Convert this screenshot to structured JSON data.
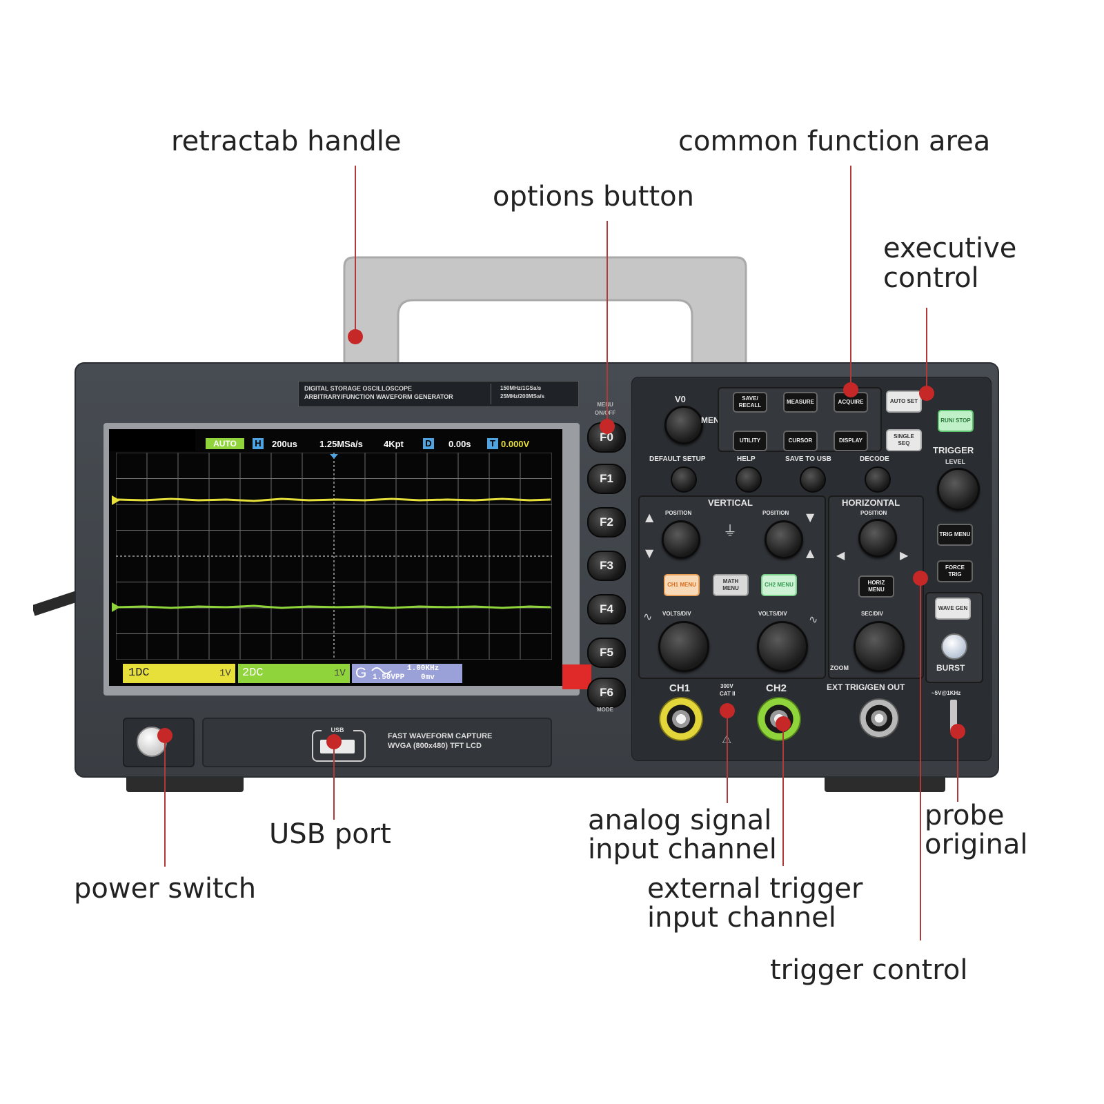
{
  "callouts": {
    "retractab_handle": "retractab handle",
    "options_button": "options button",
    "common_function_area": "common function area",
    "executive_control_line1": "executive",
    "executive_control_line2": "control",
    "usb_port": "USB port",
    "power_switch": "power switch",
    "analog_signal_line1": "analog signal",
    "analog_signal_line2": "input channel",
    "external_trigger_line1": "external trigger",
    "external_trigger_line2": "input channel",
    "trigger_control": "trigger control",
    "probe_original_line1": "probe",
    "probe_original_line2": "original"
  },
  "device": {
    "model_line1": "DIGITAL STORAGE OSCILLOSCOPE",
    "model_line2": "ARBITRARY/FUNCTION WAVEFORM GENERATOR",
    "spec_line1": "150MHz/1GSa/s",
    "spec_line2": "25MHz/200MSa/s",
    "usb_label": "USB",
    "lcd_line1": "FAST WAVEFORM CAPTURE",
    "lcd_line2": "WVGA (800x480) TFT LCD"
  },
  "screen": {
    "mode": "AUTO",
    "h_icon": "H",
    "timebase": "200us",
    "sample_rate": "1.25MSa/s",
    "memory": "4Kpt",
    "d_icon": "D",
    "delay": "0.00s",
    "t_icon": "T",
    "trigger_level": "0.000V",
    "ch1_coupling": "1DC",
    "ch1_scale": "1V",
    "ch2_coupling": "2DC",
    "ch2_scale": "1V",
    "gen_icon": "G",
    "gen_freq": "1.00KHz",
    "gen_amp": "1.50VPP",
    "gen_offset": "0mv",
    "colors": {
      "ch1": "#e8e03a",
      "ch2": "#8fd43a",
      "gen": "#9aa0d8",
      "auto_badge": "#8fd43a",
      "badge_blue": "#4fa3e0"
    }
  },
  "fkeys": {
    "menu_label_top": "MENU",
    "menu_label_sub": "ON/OFF",
    "f0": "F0",
    "f1": "F1",
    "f2": "F2",
    "f3": "F3",
    "f4": "F4",
    "f5": "F5",
    "f6": "F6",
    "bottom_label": "MODE"
  },
  "panel": {
    "v0": "V0",
    "menu": "MENU",
    "save_recall": "SAVE/ RECALL",
    "measure": "MEASURE",
    "acquire": "ACQUIRE",
    "utility": "UTILITY",
    "cursor": "CURSOR",
    "display": "DISPLAY",
    "auto_set": "AUTO SET",
    "run_stop": "RUN/ STOP",
    "single_seq": "SINGLE SEQ",
    "default_setup": "DEFAULT SETUP",
    "help": "HELP",
    "save_to_usb": "SAVE TO USB",
    "decode": "DECODE",
    "vertical": "VERTICAL",
    "position": "POSITION",
    "horizontal": "HORIZONTAL",
    "trigger": "TRIGGER",
    "level": "LEVEL",
    "trig_menu": "TRIG MENU",
    "force_trig": "FORCE TRIG",
    "ch1_menu": "CH1 MENU",
    "math_menu": "MATH MENU",
    "ch2_menu": "CH2 MENU",
    "horiz_menu": "HORIZ MENU",
    "volts_div": "VOLTS/DIV",
    "sec_div": "SEC/DIV",
    "zoom": "ZOOM",
    "wave_gen": "WAVE GEN",
    "burst": "BURST",
    "ch1": "CH1",
    "ch2": "CH2",
    "cat_line1": "300V",
    "cat_line2": "CAT II",
    "ext_trig": "EXT TRIG/GEN OUT",
    "probe_comp": "~5V@1KHz"
  }
}
